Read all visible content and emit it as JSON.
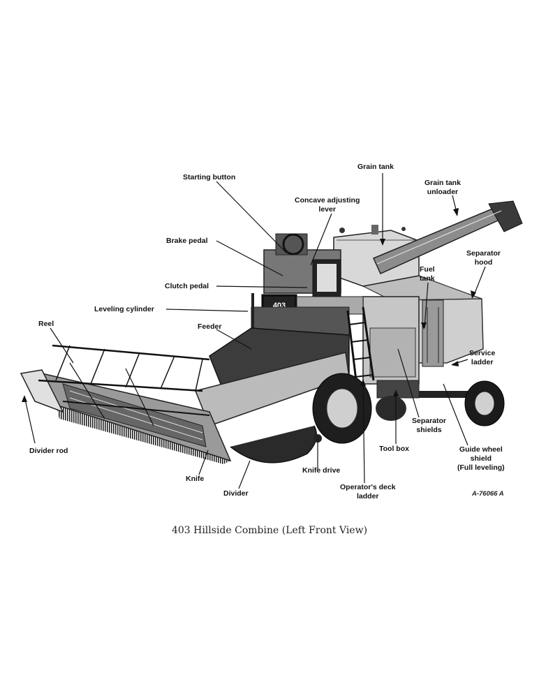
{
  "figure": {
    "model_plate": "403",
    "part_number": "A-76066 A",
    "caption": "403 Hillside Combine (Left Front View)"
  },
  "labels": {
    "grain_tank": "Grain tank",
    "starting_button": "Starting button",
    "grain_tank_unloader_1": "Grain tank",
    "grain_tank_unloader_2": "unloader",
    "concave_1": "Concave adjusting",
    "concave_2": "lever",
    "separator_hood_1": "Separator",
    "separator_hood_2": "hood",
    "brake_pedal": "Brake pedal",
    "fuel_tank_1": "Fuel",
    "fuel_tank_2": "tank",
    "clutch_pedal": "Clutch pedal",
    "leveling_cylinder": "Leveling cylinder",
    "reel": "Reel",
    "feeder": "Feeder",
    "service_ladder_1": "Service",
    "service_ladder_2": "ladder",
    "separator_shields_1": "Separator",
    "separator_shields_2": "shields",
    "divider_rod": "Divider rod",
    "tool_box": "Tool box",
    "guide_wheel_1": "Guide wheel",
    "guide_wheel_2": "shield",
    "guide_wheel_3": "(Full leveling)",
    "knife": "Knife",
    "knife_drive": "Knife drive",
    "divider": "Divider",
    "operators_deck_1": "Operator's deck",
    "operators_deck_2": "ladder"
  }
}
